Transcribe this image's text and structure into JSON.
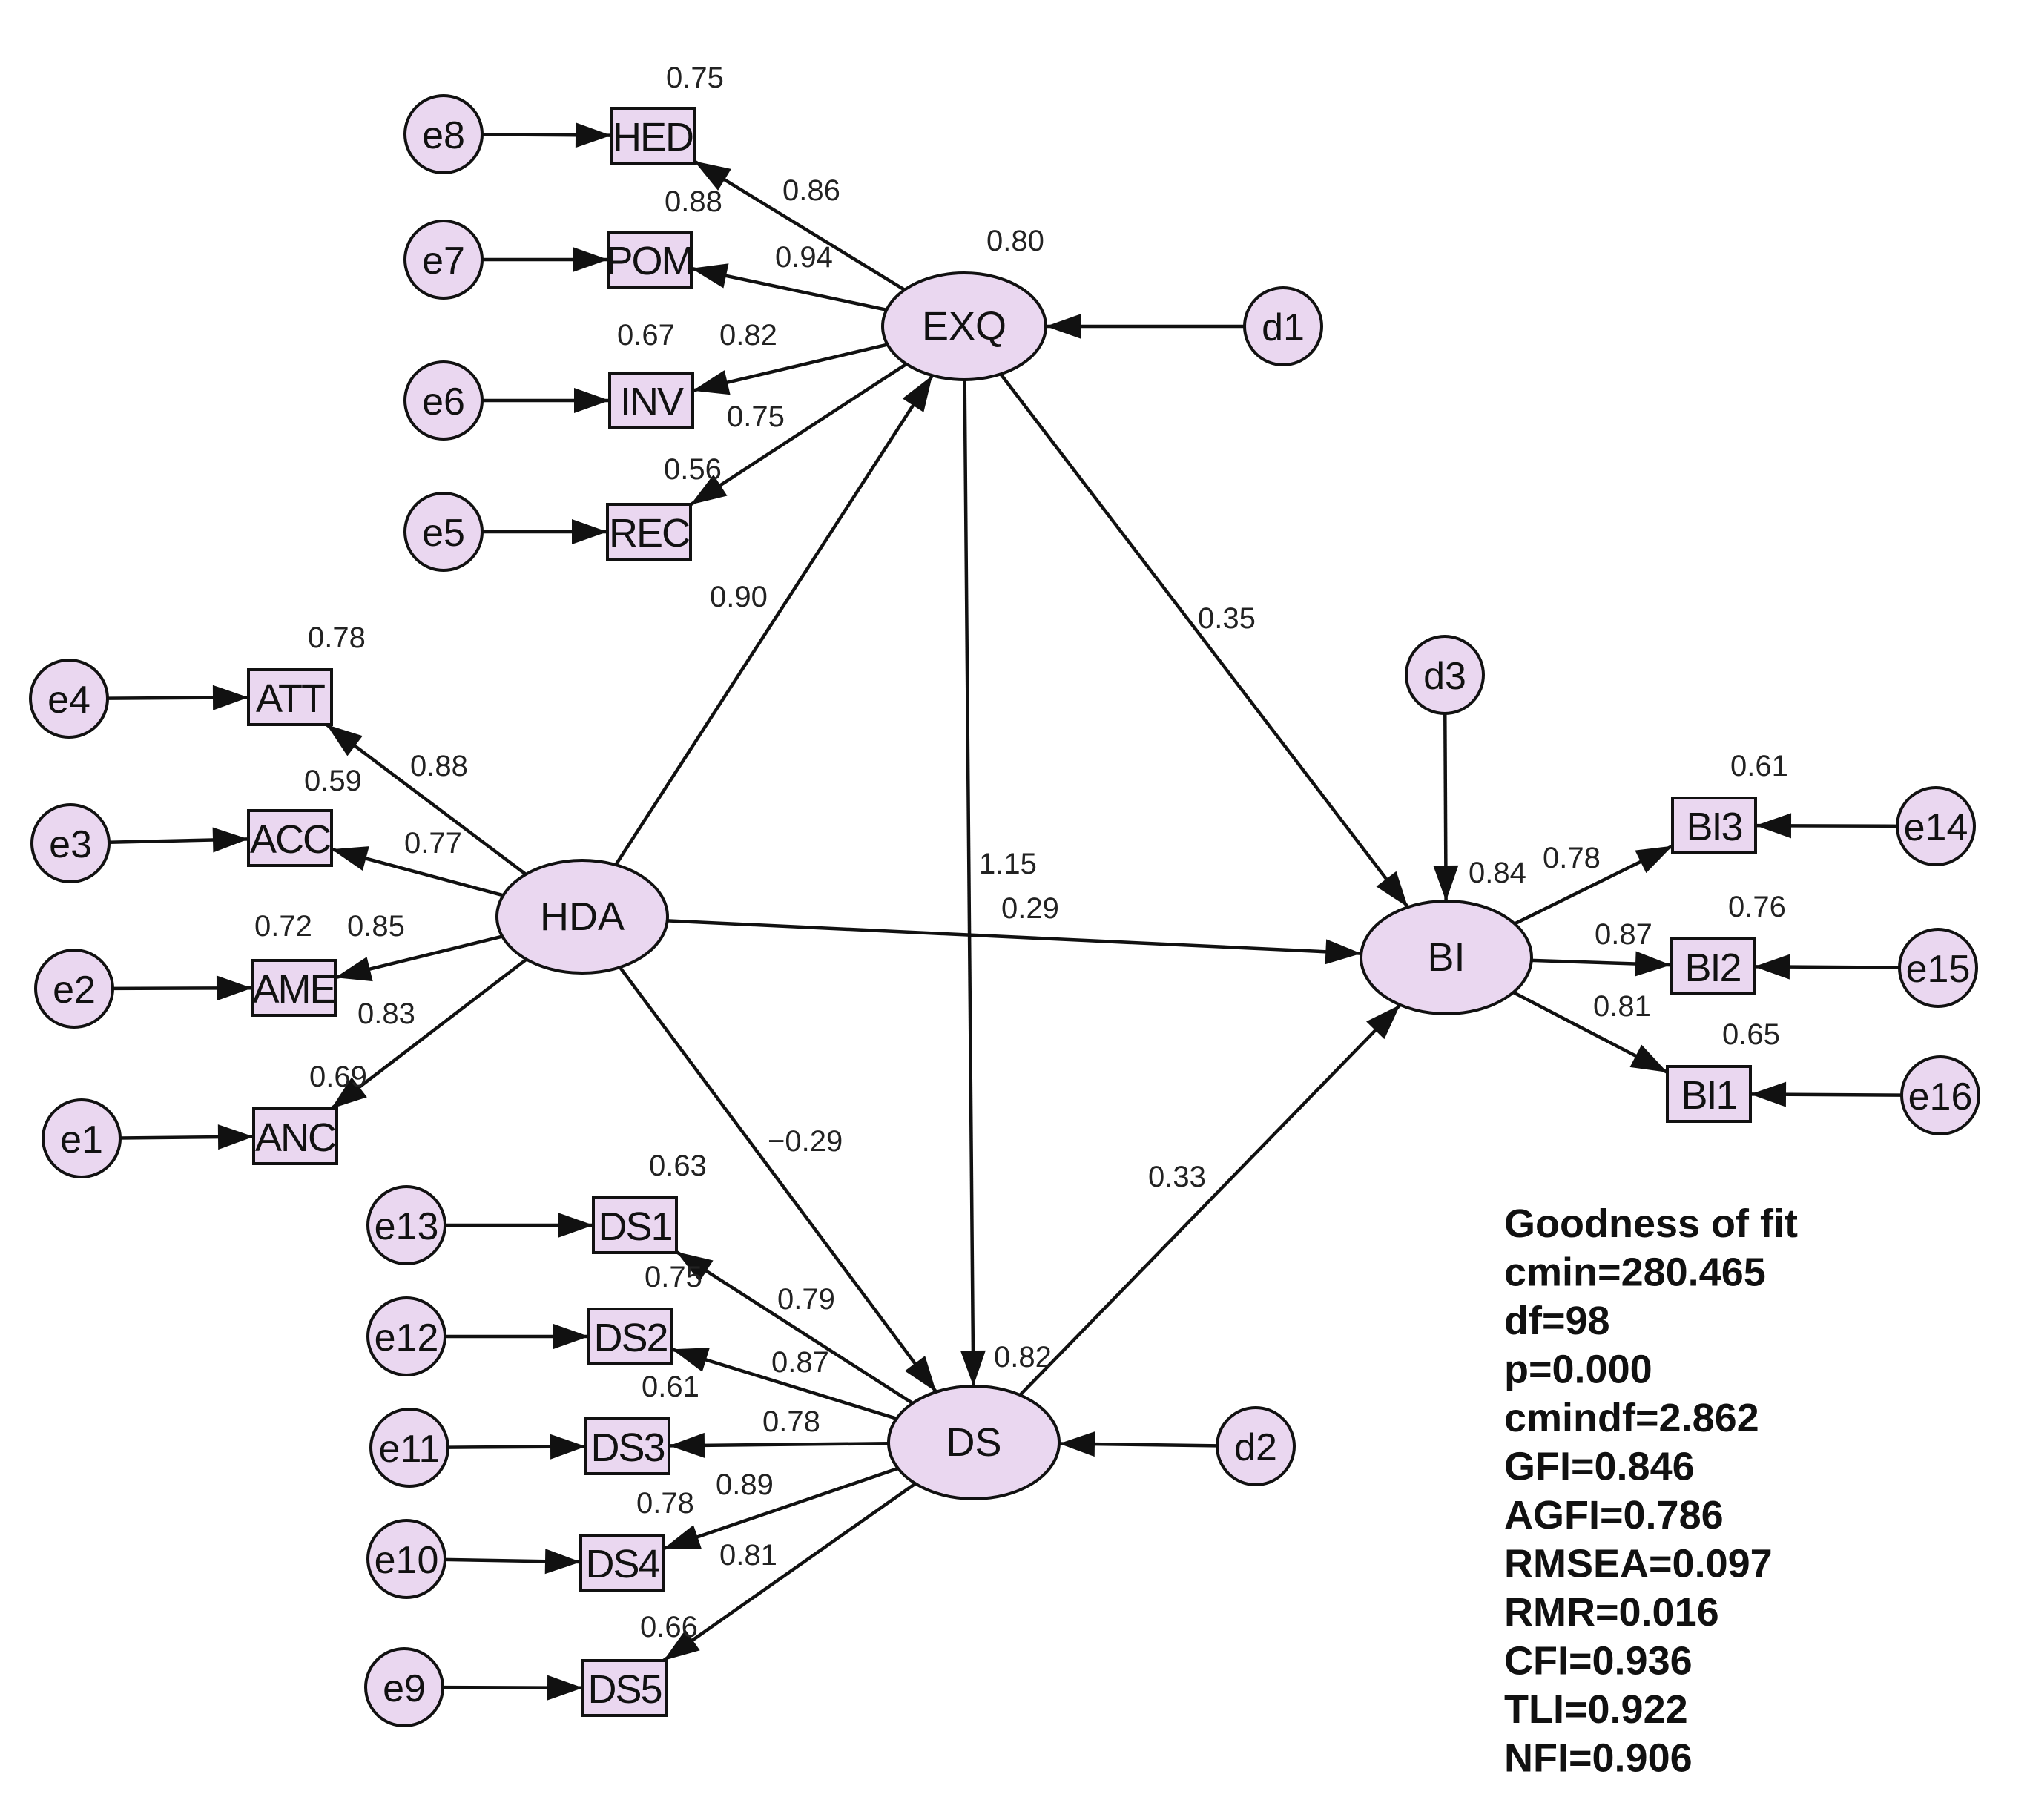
{
  "colors": {
    "node_fill": "#ead7f0",
    "stroke": "#111111"
  },
  "latents": {
    "EXQ": "EXQ",
    "HDA": "HDA",
    "DS": "DS",
    "BI": "BI"
  },
  "indicators": {
    "HED": "HED",
    "POM": "POM",
    "INV": "INV",
    "REC": "REC",
    "ATT": "ATT",
    "ACC": "ACC",
    "AME": "AME",
    "ANC": "ANC",
    "DS1": "DS1",
    "DS2": "DS2",
    "DS3": "DS3",
    "DS4": "DS4",
    "DS5": "DS5",
    "BI1": "BI1",
    "BI2": "BI2",
    "BI3": "BI3"
  },
  "errors": {
    "e1": "e1",
    "e2": "e2",
    "e3": "e3",
    "e4": "e4",
    "e5": "e5",
    "e6": "e6",
    "e7": "e7",
    "e8": "e8",
    "e9": "e9",
    "e10": "e10",
    "e11": "e11",
    "e12": "e12",
    "e13": "e13",
    "e14": "e14",
    "e15": "e15",
    "e16": "e16",
    "d1": "d1",
    "d2": "d2",
    "d3": "d3"
  },
  "r_squared": {
    "HED": "0.75",
    "POM": "0.88",
    "INV": "0.67",
    "REC": "0.56",
    "ATT": "0.78",
    "ACC": "0.59",
    "AME": "0.72",
    "ANC": "0.69",
    "DS1": "0.63",
    "DS2": "0.75",
    "DS3": "0.61",
    "DS4": "0.78",
    "DS5": "0.66",
    "BI1": "0.65",
    "BI2": "0.76",
    "BI3": "0.61",
    "EXQ": "0.80",
    "DS": "0.82",
    "BI": "0.84"
  },
  "loadings": {
    "EXQ_HED": "0.86",
    "EXQ_POM": "0.94",
    "EXQ_INV": "0.82",
    "EXQ_REC": "0.75",
    "HDA_ATT": "0.88",
    "HDA_ACC": "0.77",
    "HDA_AME": "0.85",
    "HDA_ANC": "0.83",
    "DS_DS1": "0.79",
    "DS_DS2": "0.87",
    "DS_DS3": "0.78",
    "DS_DS4": "0.89",
    "DS_DS5": "0.81",
    "BI_BI1": "0.81",
    "BI_BI2": "0.87",
    "BI_BI3": "0.78"
  },
  "paths": {
    "HDA_EXQ": "0.90",
    "EXQ_BI": "0.35",
    "EXQ_DS": "1.15",
    "HDA_BI": "0.29",
    "HDA_DS": "−0.29",
    "DS_BI": "0.33"
  },
  "goodness_of_fit": {
    "title": "Goodness of fit",
    "lines": [
      "cmin=280.465",
      "df=98",
      "p=0.000",
      "cmindf=2.862",
      "GFI=0.846",
      "AGFI=0.786",
      "RMSEA=0.097",
      "RMR=0.016",
      "CFI=0.936",
      "TLI=0.922",
      "NFI=0.906"
    ]
  }
}
